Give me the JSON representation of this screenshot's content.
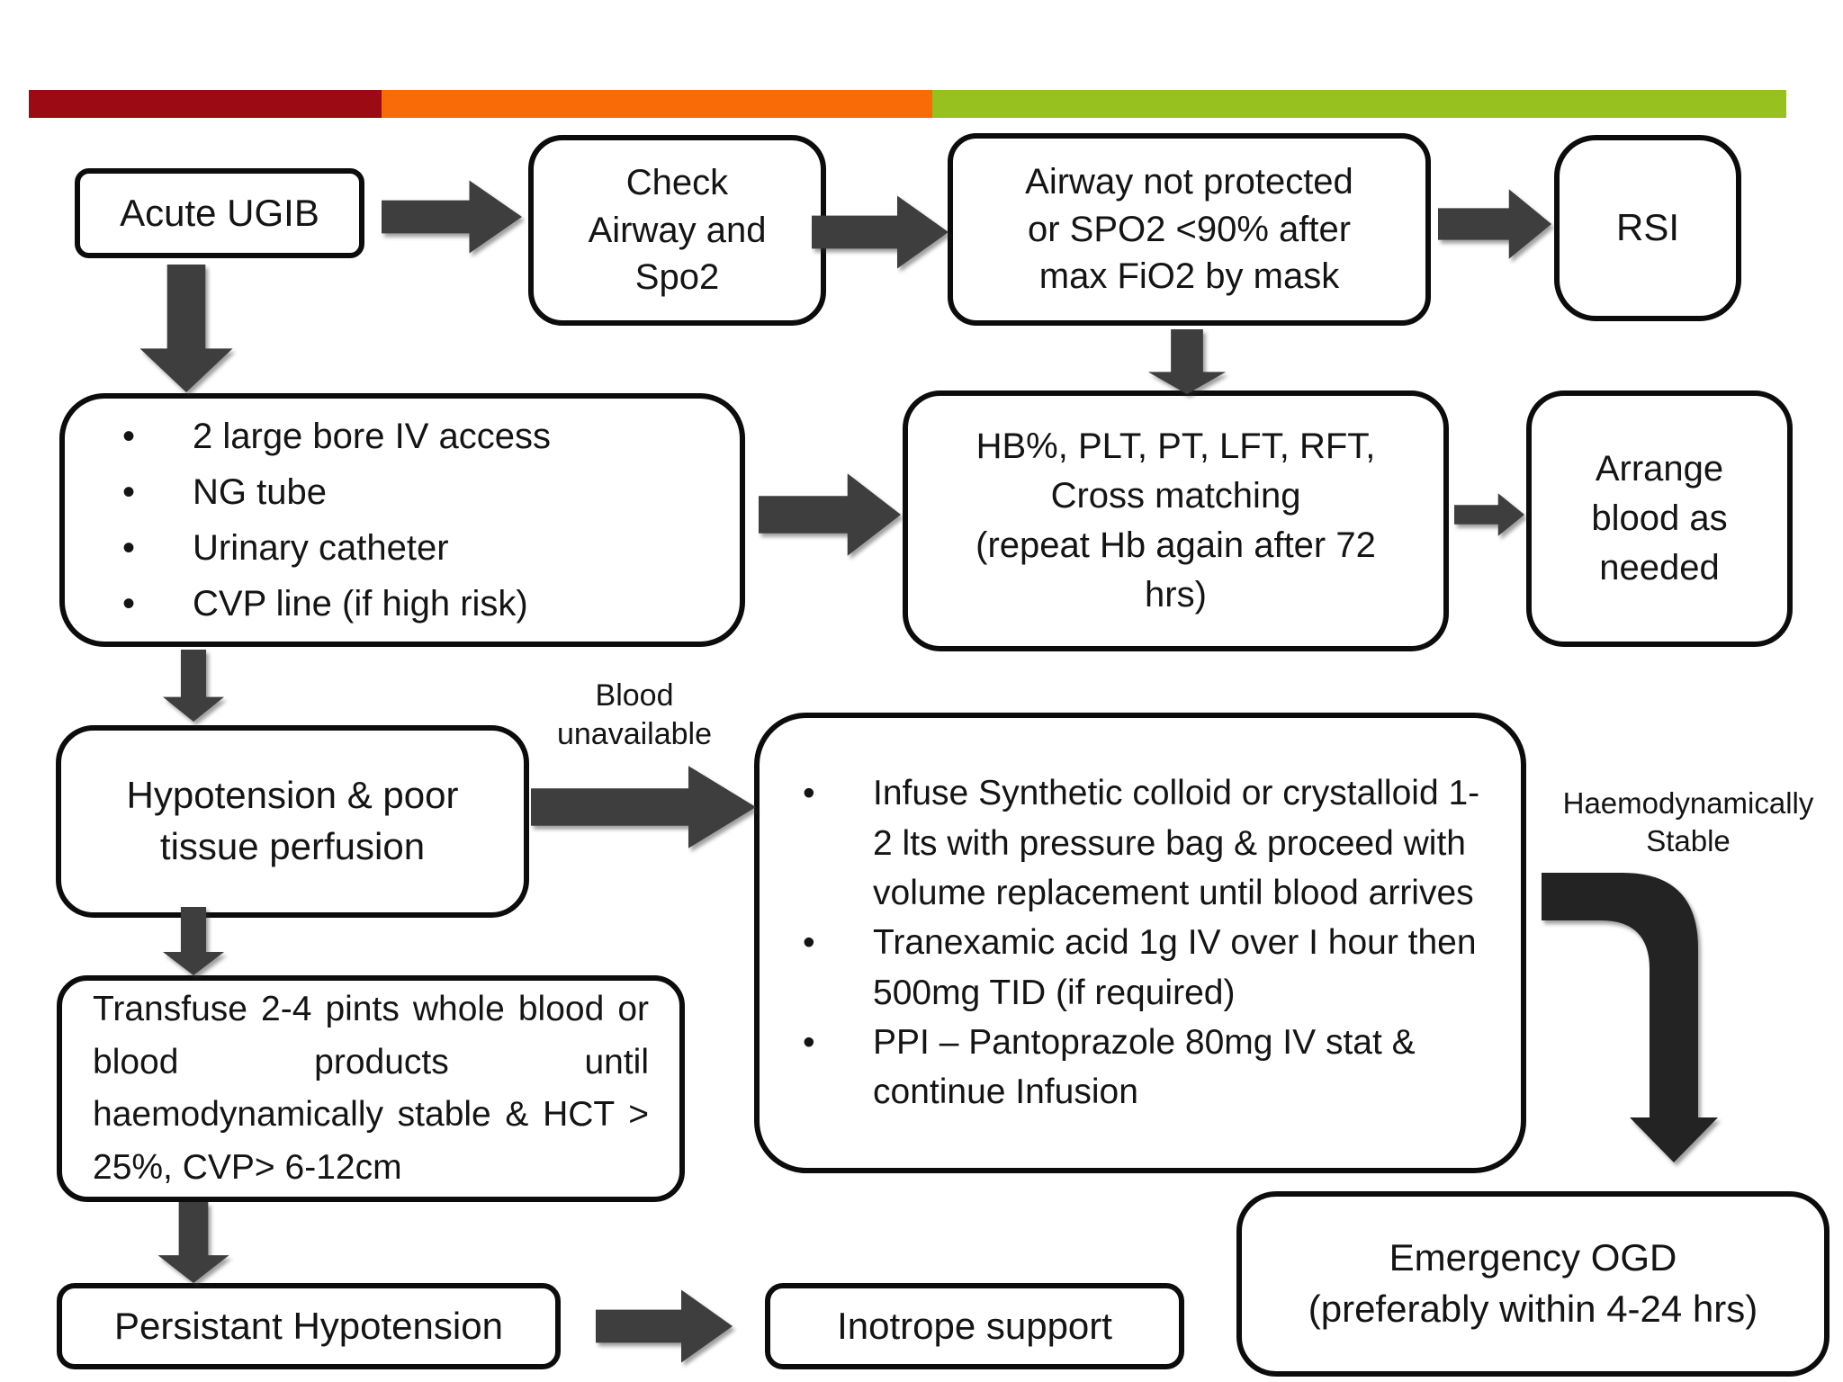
{
  "colors": {
    "bar_red": "#9C0B13",
    "bar_orange": "#F96B07",
    "bar_green": "#97C11E",
    "box_border": "#0c0c0c",
    "arrow_fill": "#3E3E3E",
    "elbow_arrow_fill": "#232323",
    "background": "#ffffff",
    "text": "#141414"
  },
  "top_bar": {
    "segments": [
      {
        "name": "red",
        "color": "#9C0B13"
      },
      {
        "name": "orange",
        "color": "#F96B07"
      },
      {
        "name": "green",
        "color": "#97C11E"
      }
    ]
  },
  "nodes": {
    "acute_ugib": {
      "label": "Acute UGIB"
    },
    "check_airway": {
      "lines": [
        "Check",
        "Airway and",
        "Spo2"
      ]
    },
    "airway_not_protected": {
      "lines": [
        "Airway not protected",
        "or SPO2 <90% after",
        "max FiO2 by mask"
      ]
    },
    "rsi": {
      "label": "RSI"
    },
    "iv_access": {
      "items": [
        "2 large bore IV access",
        "NG tube",
        "Urinary catheter",
        "CVP line (if high risk)"
      ]
    },
    "labs": {
      "lines": [
        "HB%, PLT, PT, LFT, RFT,",
        "Cross matching",
        "(repeat Hb again after 72 hrs)"
      ]
    },
    "arrange_blood": {
      "lines": [
        "Arrange",
        "blood as",
        "needed"
      ]
    },
    "hypotension": {
      "lines": [
        "Hypotension & poor",
        "tissue perfusion"
      ]
    },
    "infuse": {
      "items": [
        "Infuse Synthetic colloid or crystalloid 1-2 lts with pressure bag & proceed with volume replacement until blood arrives",
        "Tranexamic acid 1g IV over I hour then 500mg TID (if required)",
        "PPI – Pantoprazole 80mg IV stat & continue Infusion"
      ]
    },
    "transfuse": {
      "label": "Transfuse 2-4 pints whole blood or blood products until haemodynamically stable & HCT > 25%, CVP> 6-12cm"
    },
    "persistant_hypotension": {
      "label": "Persistant Hypotension"
    },
    "inotrope": {
      "label": "Inotrope support"
    },
    "emergency_ogd": {
      "lines": [
        "Emergency OGD",
        "(preferably within 4-24 hrs)"
      ]
    }
  },
  "edge_labels": {
    "blood_unavailable": {
      "lines": [
        "Blood",
        "unavailable"
      ]
    },
    "haemodynamically_stable": {
      "lines": [
        "Haemodynamically",
        "Stable"
      ]
    }
  }
}
